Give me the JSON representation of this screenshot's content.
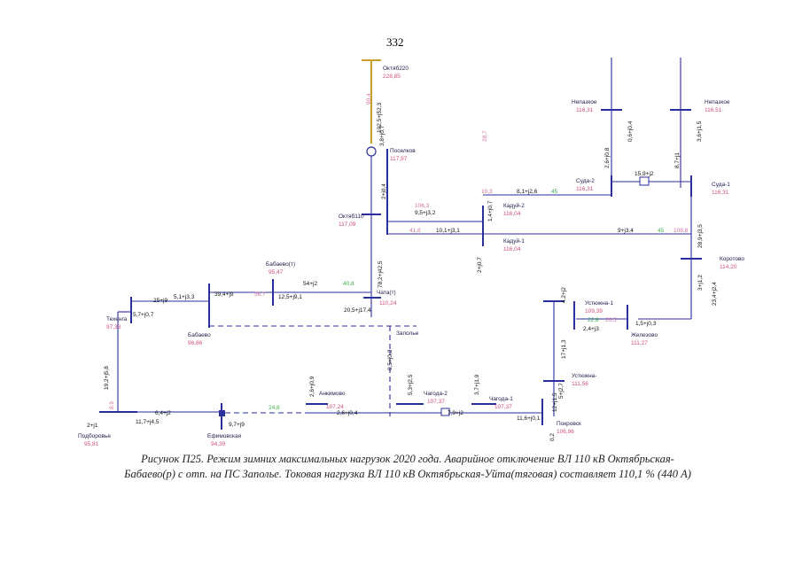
{
  "page_number": "332",
  "colors": {
    "bus": "#2a2f9e",
    "voltage": "#d0507a",
    "loading": "#3cb04a",
    "feeder_220": "#c8a028"
  },
  "substations": {
    "oktyabrskaya220": {
      "name": "Октяб220",
      "kv": "228,85"
    },
    "poselkov": {
      "name": "Поселков",
      "kv": "117,97"
    },
    "oktyabr110": {
      "name": "Октяб110",
      "kv": "117,09"
    },
    "nepazskoe_l": {
      "name": "Непазкое",
      "kv": "116,31"
    },
    "nepazskoe_r": {
      "name": "Непазкое",
      "kv": "116,51"
    },
    "suda2": {
      "name": "Суда-2",
      "kv": "116,31"
    },
    "suda1": {
      "name": "Суда-1",
      "kv": "116,31"
    },
    "kaduy2": {
      "name": "Кадуй-2",
      "kv": "116,04"
    },
    "kaduy1": {
      "name": "Кадуй-1",
      "kv": "116,04"
    },
    "korotovo": {
      "name": "Коротово",
      "kv": "114,20"
    },
    "babaevo_r": {
      "name": "Бабаево(т)",
      "kv": "95,47"
    },
    "chata": {
      "name": "Чата(т)",
      "kv": "110,24"
    },
    "tekhtenga": {
      "name": "Техенга",
      "kv": "97,33"
    },
    "babaevo": {
      "name": "Бабаево",
      "kv": "96,86"
    },
    "zapolye": {
      "name": "Заполье"
    },
    "ustyena1": {
      "name": "Устюжна-1",
      "kv": "109,39"
    },
    "zheleznovo": {
      "name": "Железово",
      "kv": "111,27"
    },
    "ustyena2": {
      "name": "Устюжна-",
      "kv": "111,56"
    },
    "ankinovo": {
      "name": "Анкимово",
      "kv": "107,24"
    },
    "chagoda2": {
      "name": "Чагода-2",
      "kv": "107,37"
    },
    "chagoda1": {
      "name": "Чагода-1",
      "kv": "107,37"
    },
    "pokrovsk": {
      "name": "Покровск",
      "kv": "106,96"
    },
    "podborovye": {
      "name": "Подборовье",
      "kv": "95,81"
    },
    "efimovskaya": {
      "name": "Ефимовская",
      "kv": "94,39"
    }
  },
  "flows": {
    "f1": "102,5+j52,3",
    "f2": "3,8+j0,7",
    "f3": "2+j0,4",
    "f4": "9,5+j3,2",
    "f5": "8,1+j2,6",
    "f6": "1,4+j0,7",
    "f7": "10,1+j3,1",
    "f8": "9+j3,4",
    "f9": "2+j0,7",
    "f10": "2,6+j0,8",
    "f11": "0,6+j0,4",
    "f12": "8,7+j1",
    "f13": "3,6+j1,5",
    "f14": "15,9+j2",
    "f15": "28,9+j3,5",
    "f16": "3+j1,2",
    "f17": "23,4+j2,4",
    "f18": "78,2+j42,5",
    "f19": "54+j2",
    "f20": "39,4+j9",
    "f21": "25+j9",
    "f22": "5,1+j3,3",
    "f23": "12,5+j9,1",
    "f24": "20,5+j17,4",
    "f25": "5,7+j0,7",
    "f26": "19,2+j5,8",
    "f27": "6,4+j2",
    "f28": "11,7+j4,5",
    "f29": "2+j1",
    "f30": "9,7+j9",
    "f31": "0,5+j0,2",
    "f32": "2,6+j0,9",
    "f33": "2,6+j0,4",
    "f34": "5,3+j2,5",
    "f35": "3,7+j1,9",
    "f36": "7,9+j2",
    "f37": "11,6+j0,1",
    "f38": "4,2+j2",
    "f39": "17+j1,3",
    "f40": "2,4+j3",
    "f41": "1,5+j0,3",
    "f42": "5+j2,7",
    "f43": "12+j1,5",
    "f44": "0,2"
  },
  "loads": {
    "l1": "90,4",
    "l2": "28,7",
    "l3": "106,3",
    "l4": "45",
    "l5": "10,3",
    "l6": "45",
    "l7": "108,8",
    "l8": "41,8",
    "l9": "40,8",
    "l10": "56,7",
    "l11": "22,8",
    "l12": "26,5",
    "l13": "8,9",
    "l14": "24,8"
  },
  "caption": {
    "line1": "Рисунок П25. Режим зимних максимальных нагрузок 2020 года. Аварийное отключение ВЛ 110 кВ Октябрьская-",
    "line2": "Бабаево(р) с отп. на ПС Заполье. Токовая нагрузка ВЛ 110 кВ Октябрьская-Уйта(тяговая) составляет 110,1 % (440 А)"
  }
}
